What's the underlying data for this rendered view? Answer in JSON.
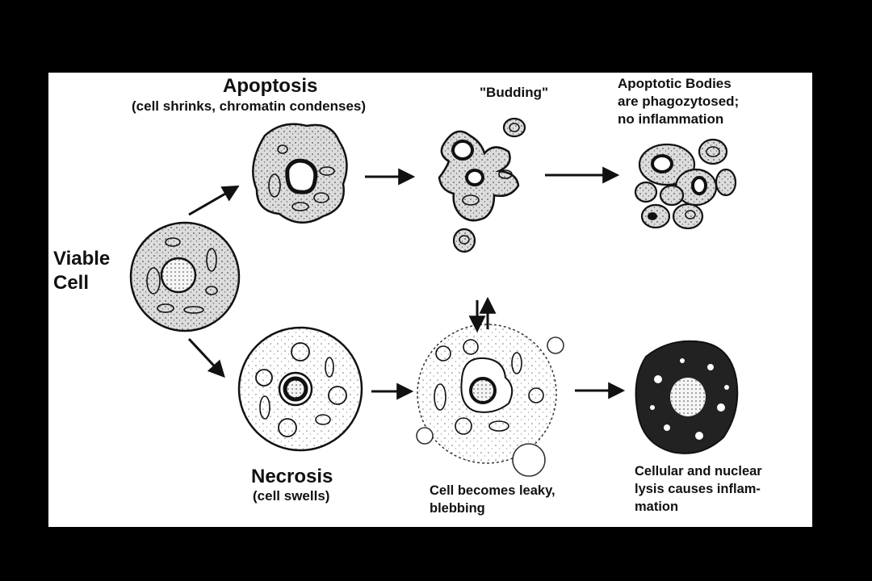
{
  "labels": {
    "viable_cell_1": "Viable",
    "viable_cell_2": "Cell",
    "apoptosis_title": "Apoptosis",
    "apoptosis_sub": "(cell shrinks, chromatin condenses)",
    "budding": "\"Budding\"",
    "bodies_1": "Apoptotic Bodies",
    "bodies_2": "are phagozytosed;",
    "bodies_3": "no inflammation",
    "necrosis_title": "Necrosis",
    "necrosis_sub": "(cell swells)",
    "leaky_1": "Cell becomes leaky,",
    "leaky_2": "blebbing",
    "lysis_1": "Cellular and nuclear",
    "lysis_2": "lysis causes inflam-",
    "lysis_3": "mation"
  },
  "colors": {
    "background": "#000000",
    "panel": "#ffffff",
    "ink": "#111111",
    "cytoplasm": "#d9d9d9"
  }
}
